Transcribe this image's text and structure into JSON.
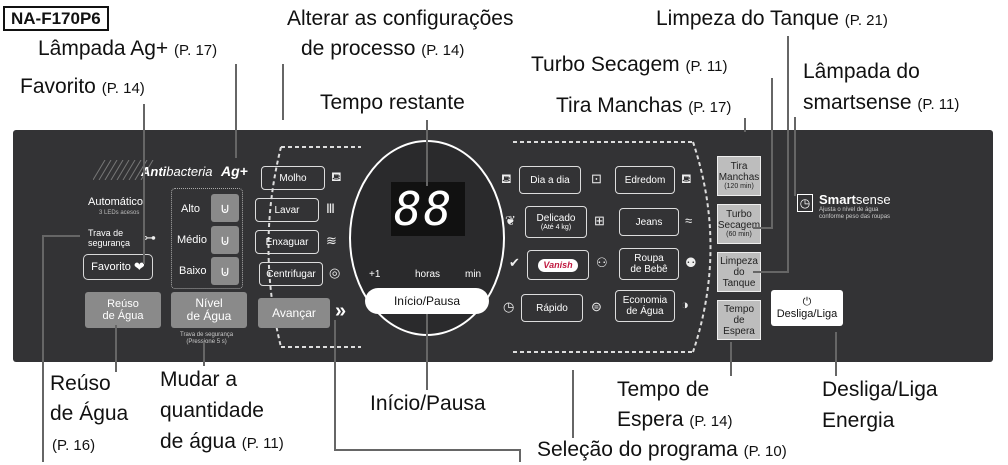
{
  "model": "NA-F170P6",
  "callouts": {
    "lamp_ag": {
      "label": "Lâmpada Ag+",
      "page": "(P. 17)"
    },
    "favorite": {
      "label": "Favorito",
      "page": "(P. 14)"
    },
    "alter_1": "Alterar as configurações",
    "alter_2": {
      "label": "de processo",
      "page": "(P. 14)"
    },
    "remaining": "Tempo restante",
    "tank": {
      "label": "Limpeza do Tanque",
      "page": "(P. 21)"
    },
    "turbo": {
      "label": "Turbo Secagem",
      "page": "(P. 11)"
    },
    "stains": {
      "label": "Tira Manchas",
      "page": "(P. 17)"
    },
    "smartsense_1": "Lâmpada do",
    "smartsense_2": {
      "label": "smartsense",
      "page": "(P. 11)"
    },
    "reuse_1": "Reúso",
    "reuse_2": "de Água",
    "reuse_page": "(P. 16)",
    "water_1": "Mudar a",
    "water_2": "quantidade",
    "water_3": {
      "label": "de água",
      "page": "(P. 11)"
    },
    "startpause": "Início/Pausa",
    "wait_1": "Tempo de",
    "wait_2": {
      "label": "Espera",
      "page": "(P. 14)"
    },
    "power_1": "Desliga/Liga",
    "power_2": "Energia",
    "program": {
      "label": "Seleção do programa",
      "page": "(P. 10)"
    }
  },
  "panel": {
    "antibacteria_a": "Anti",
    "antibacteria_b": "bacteria",
    "ag": "Ag+",
    "auto_title": "Automático",
    "auto_sub": "3 LEDs acesos",
    "lock_1": "Trava de",
    "lock_2": "segurança",
    "favorite": "Favorito",
    "levels": [
      "Alto",
      "Médio",
      "Baixo"
    ],
    "reuse_1": "Reúso",
    "reuse_2": "de Água",
    "level_btn_1": "Nível",
    "level_btn_2": "de Água",
    "lock_note_1": "Trava de segurança",
    "lock_note_2": "(Pressione 5 s)",
    "process": [
      "Molho",
      "Lavar",
      "Enxaguar",
      "Centrifugar"
    ],
    "display_digits": "88",
    "plus1": "+1",
    "hours": "horas",
    "min": "min",
    "startpause": "Início/Pausa",
    "advance": "Avançar",
    "programs_left": [
      "Dia a dia",
      "Delicado",
      "Rápido"
    ],
    "delicate_sub": "(Até 4 kg)",
    "vanish": "Vanish",
    "programs_right_1": [
      "Edredom",
      "Jeans"
    ],
    "baby_1": "Roupa",
    "baby_2": "de Bebê",
    "eco_1": "Economia",
    "eco_2": "de Água",
    "tira_1": "Tira",
    "tira_2": "Manchas",
    "tira_3": "(120 min)",
    "turbo_1": "Turbo",
    "turbo_2": "Secagem",
    "turbo_3": "(60 min)",
    "limp_1": "Limpeza",
    "limp_2": "do",
    "limp_3": "Tanque",
    "wait_1": "Tempo",
    "wait_2": "de",
    "wait_3": "Espera",
    "smart": "Smart",
    "sense": "sense",
    "smart_desc_1": "Ajusta o nível de água",
    "smart_desc_2": "conforme peso das roupas",
    "power_symbol": "⏻",
    "power": "Desliga/Liga"
  },
  "colors": {
    "panel": "#333335",
    "button_gray": "#8a8a8a",
    "side_button": "#bdbdbd",
    "display_bg": "#111111"
  }
}
